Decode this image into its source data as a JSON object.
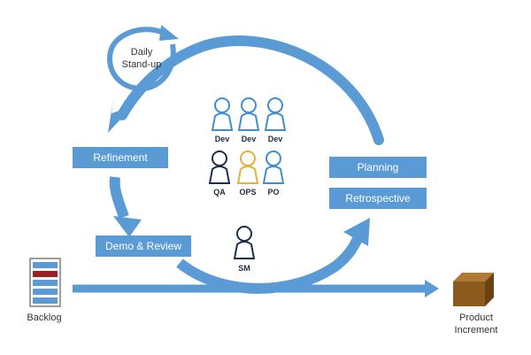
{
  "colors": {
    "flow": "#5b9bd5",
    "box": "#5b9bd5",
    "box_text": "#ffffff",
    "dev_role": "#3e8ed0",
    "qa_role": "#1b2f4e",
    "ops_role": "#e3b23c",
    "po_role": "#3e8ed0",
    "sm_role": "#1b2f4e",
    "backlog_red": "#9e1f1f",
    "increment_box": "#8b5a1c"
  },
  "stages": {
    "daily_standup": "Daily\nStand-up",
    "refinement": "Refinement",
    "demo_review": "Demo & Review",
    "planning": "Planning",
    "retrospective": "Retrospective"
  },
  "roles": {
    "dev1": "Dev",
    "dev2": "Dev",
    "dev3": "Dev",
    "qa": "QA",
    "ops": "OPS",
    "po": "PO",
    "sm": "SM"
  },
  "backlog_label": "Backlog",
  "increment_label": "Product\nIncrement"
}
